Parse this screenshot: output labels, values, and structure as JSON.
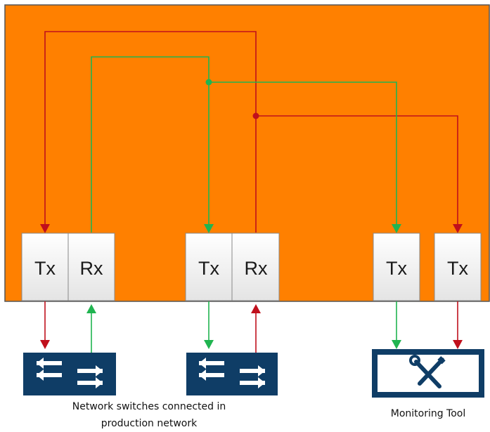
{
  "ports": {
    "a_tx": "Tx",
    "a_rx": "Rx",
    "b_tx": "Tx",
    "b_rx": "Rx",
    "c_tx": "Tx",
    "d_tx": "Tx"
  },
  "captions": {
    "switches_line1": "Network switches connected in",
    "switches_line2": "production network",
    "monitoring": "Monitoring Tool"
  },
  "colors": {
    "panel": "#ff8000",
    "panel_border": "#555555",
    "red_link": "#c0101c",
    "green_link": "#20b450",
    "switch_fill": "#0f3d66",
    "port_fill": "#f7f7f7"
  },
  "icons": {
    "switch": "network-switch-icon",
    "tool": "wrench-screwdriver-icon"
  }
}
